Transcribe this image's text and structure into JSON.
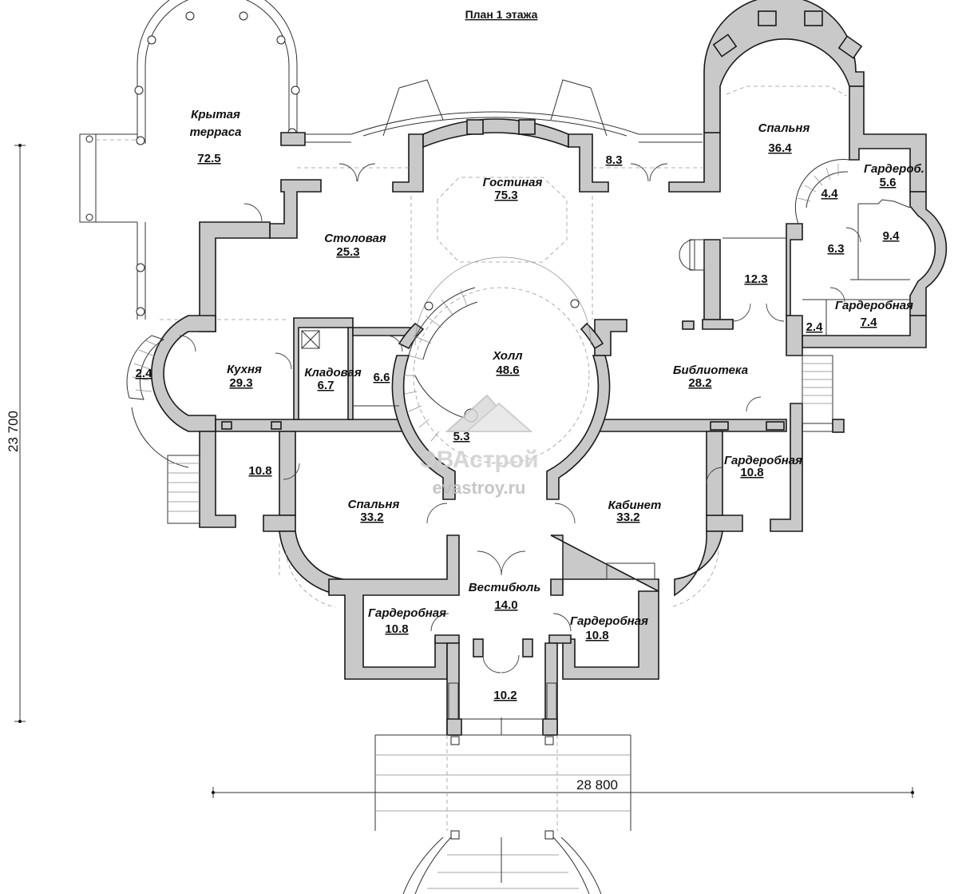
{
  "title": "План 1 этажа",
  "dimensions": {
    "height": "23 700",
    "width": "28 800"
  },
  "watermark": {
    "brand": "ЭВАстрой",
    "site": "evastroy.ru"
  },
  "rooms": {
    "terrace": {
      "name": "Крытая",
      "name2": "терраса",
      "area": "72.5"
    },
    "living": {
      "name": "Гостиная",
      "area": "75.3"
    },
    "bedroom_top": {
      "name": "Спальня",
      "area": "36.4"
    },
    "dining": {
      "name": "Столовая",
      "area": "25.3"
    },
    "hall": {
      "name": "Холл",
      "area": "48.6"
    },
    "kitchen": {
      "name": "Кухня",
      "area": "29.3"
    },
    "pantry": {
      "name": "Кладовая",
      "area": "6.7"
    },
    "library": {
      "name": "Библиотека",
      "area": "28.2"
    },
    "wardrobe_top": {
      "name": "Гардероб.",
      "area": "5.6"
    },
    "wardrobe_r": {
      "name": "Гардеробная",
      "area": "7.4"
    },
    "wardrobe_e": {
      "name": "Гардеробная",
      "area": "10.8"
    },
    "bedroom_bot": {
      "name": "Спальня",
      "area": "33.2"
    },
    "study": {
      "name": "Кабинет",
      "area": "33.2"
    },
    "vestibule": {
      "name": "Вестибюль",
      "area": "14.0"
    },
    "wardrobe_bl": {
      "name": "Гардеробная",
      "area": "10.8"
    },
    "wardrobe_br": {
      "name": "Гардеробная",
      "area": "10.8"
    }
  },
  "areas": {
    "a8_3": "8.3",
    "a4_4": "4.4",
    "a9_4": "9.4",
    "a6_3": "6.3",
    "a12_3": "12.3",
    "a2_4r": "2.4",
    "a2_4l": "2.4",
    "a6_6": "6.6",
    "a5_3": "5.3",
    "a10_8w": "10.8",
    "a10_2": "10.2"
  }
}
